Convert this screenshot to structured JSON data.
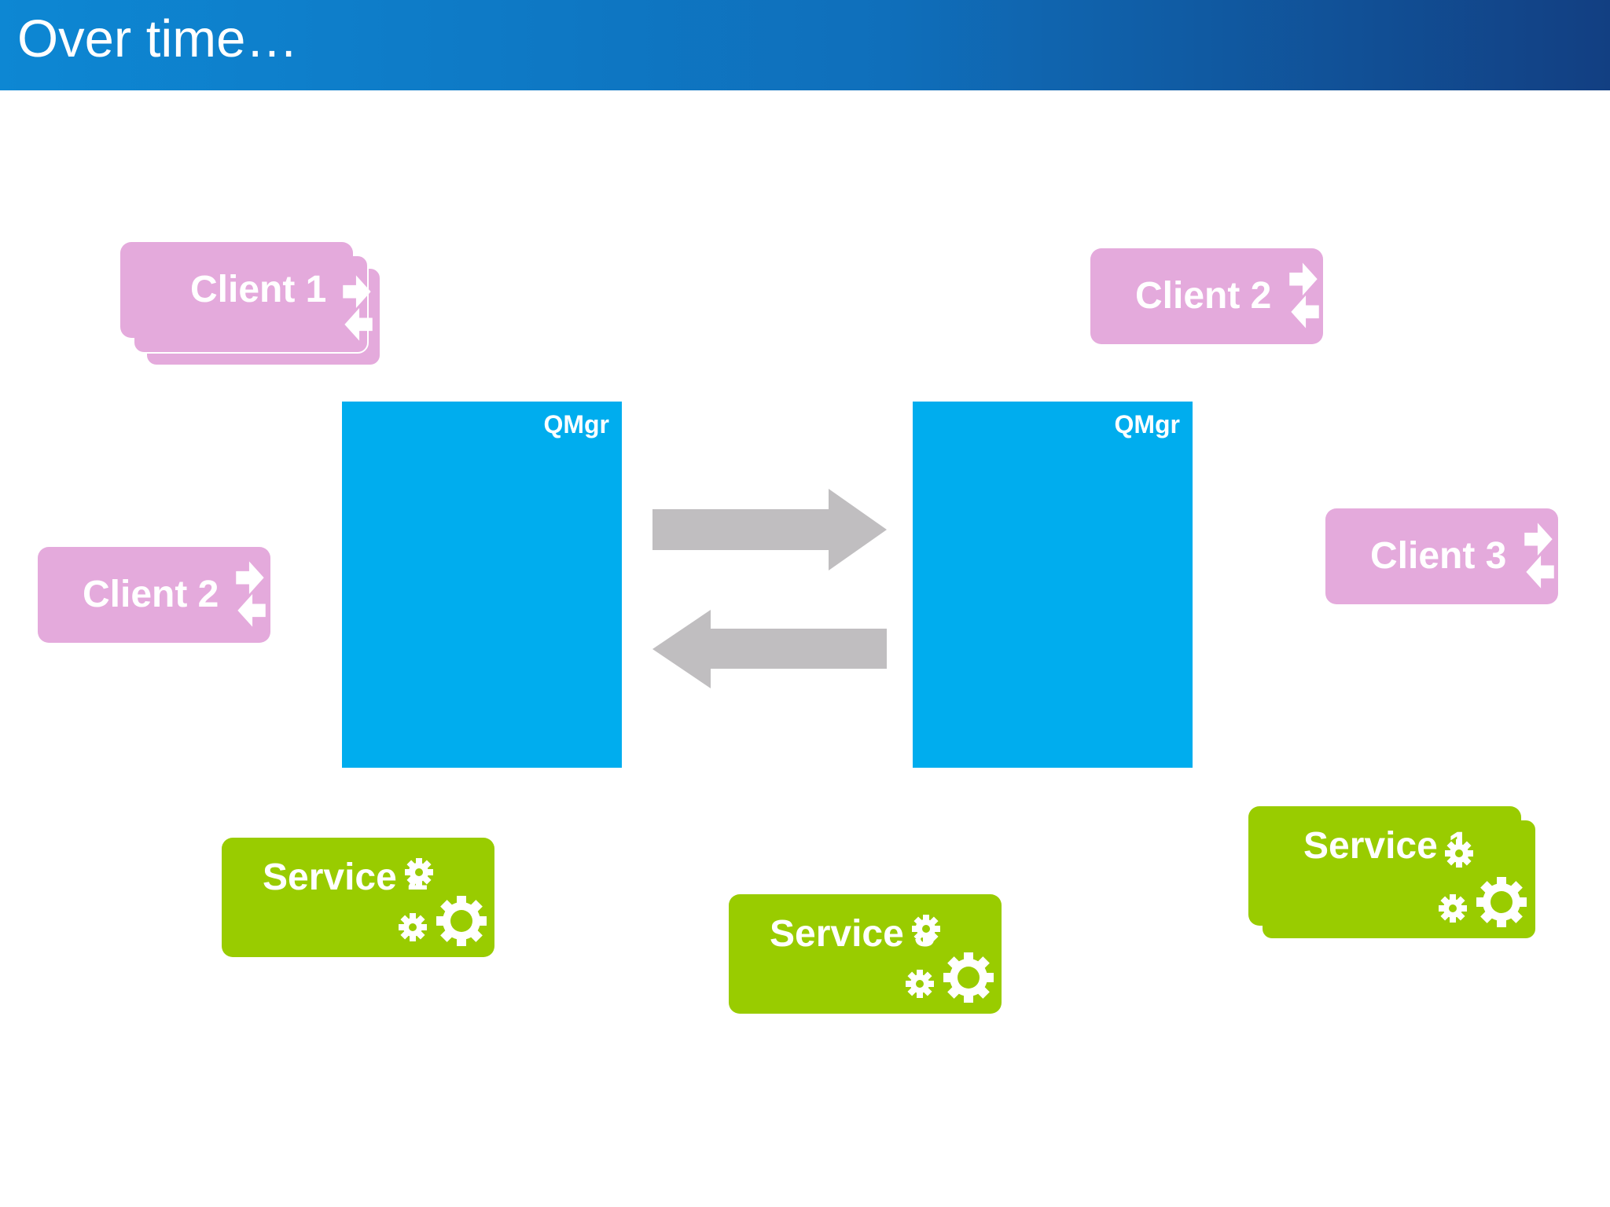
{
  "slide": {
    "title": "Over time…"
  },
  "qmgrs": [
    {
      "label": "QMgr"
    },
    {
      "label": "QMgr"
    }
  ],
  "clients": [
    {
      "label": "Client 1"
    },
    {
      "label": "Client 2"
    },
    {
      "label": "Client 2"
    },
    {
      "label": "Client 3"
    }
  ],
  "services": [
    {
      "label": "Service 2"
    },
    {
      "label": "Service 3"
    },
    {
      "label": "Service 1"
    }
  ],
  "colors": {
    "client": "#e4aadc",
    "service": "#99cc00",
    "qmgr": "#00adee",
    "channel_arrow": "#c0bec0",
    "title_bar": "#0f6fbb"
  },
  "icons": {
    "client": "exchange-arrows-icon",
    "service": "gears-icon"
  }
}
